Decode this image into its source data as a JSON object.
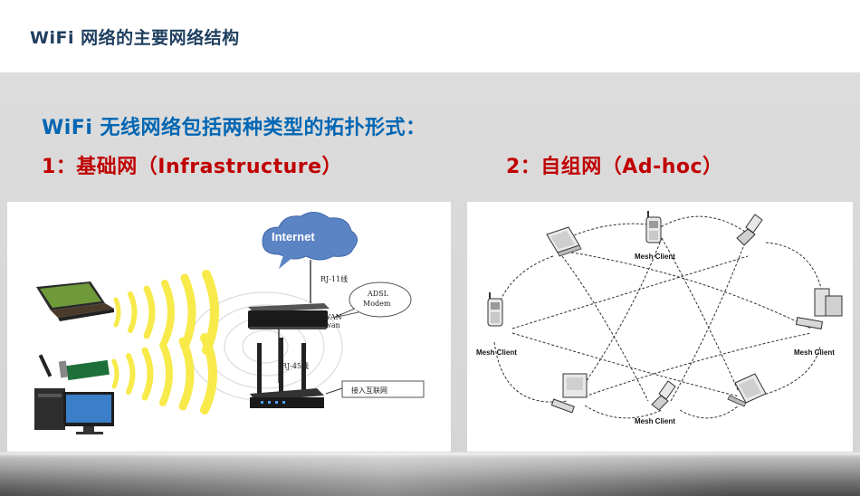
{
  "slide": {
    "title": "WiFi 网络的主要网络结构",
    "heading": "WiFi 无线网络包括两种类型的拓扑形式：",
    "type1": "1：基础网（Infrastructure）",
    "type2": "2：自组网（Ad-hoc）"
  },
  "infra_diagram": {
    "cloud_label": "Internet",
    "rj11_label": "RJ-11线",
    "modem_label_1": "ADSL",
    "modem_label_2": "Modem",
    "wan_label_1": "WAN",
    "wan_label_2": "wan",
    "rj45_label": "RJ-45线",
    "access_label": "接入互联网"
  },
  "adhoc_diagram": {
    "node_label": "Mesh Client"
  },
  "colors": {
    "title": "#1f3f5f",
    "heading": "#0066b3",
    "subheading": "#c00000",
    "wave": "#f7ea4a"
  }
}
